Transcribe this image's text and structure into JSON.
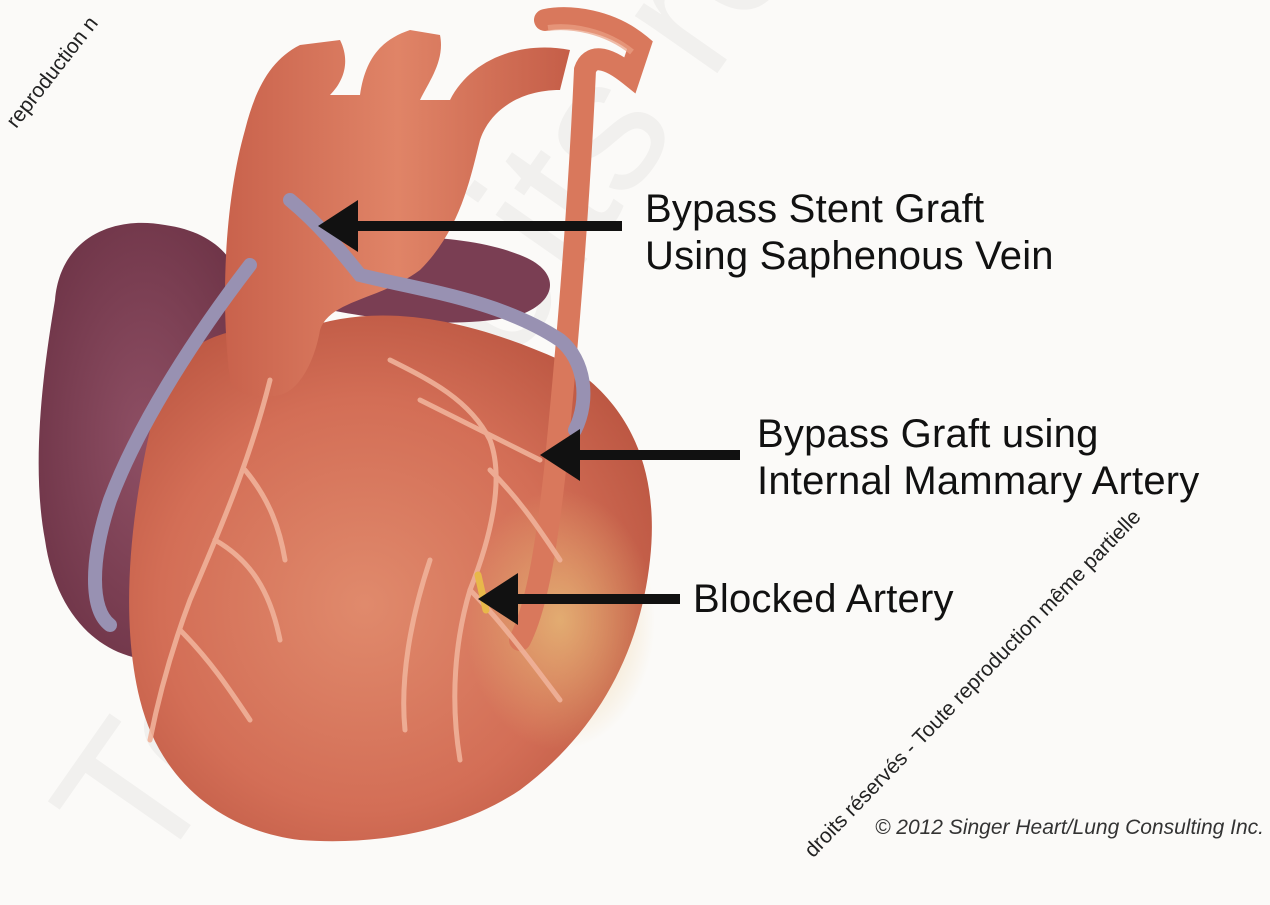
{
  "labels": {
    "saphenous_line1": "Bypass Stent Graft",
    "saphenous_line2": "Using Saphenous Vein",
    "mammary_line1": "Bypass Graft using",
    "mammary_line2": "Internal Mammary Artery",
    "blocked": "Blocked Artery"
  },
  "watermarks": {
    "top_left": "reproduction n",
    "diagonal": "droits réservés - Toute reproduction même partielle",
    "faint": "Tous droits réservés - Toute re"
  },
  "copyright": "© 2012 Singer Heart/Lung Consulting Inc.",
  "colors": {
    "background": "#fbfaf8",
    "heart": "#d9715a",
    "vessel_dark": "#8a4a5c",
    "graft_vein": "#9a94b3",
    "mammary": "#e08a6a",
    "arrow": "#111111"
  }
}
